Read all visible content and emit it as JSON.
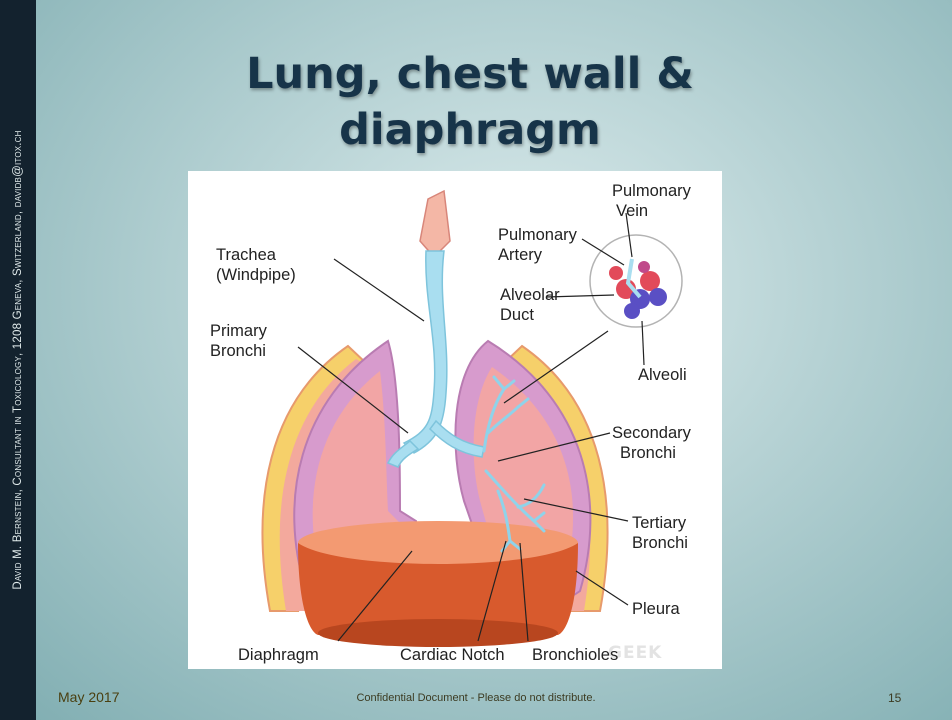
{
  "slide": {
    "sidebar_text": "David M. Bernstein, Consultant in Toxicology, 1208 Geneva, Switzerland, davidb@itox.ch",
    "title_line1": "Lung, chest wall &",
    "title_line2": "diaphragm"
  },
  "figure": {
    "labels": {
      "pulmonary_vein_1": "Pulmonary",
      "pulmonary_vein_2": "Vein",
      "pulmonary_artery_1": "Pulmonary",
      "pulmonary_artery_2": "Artery",
      "trachea_1": "Trachea",
      "trachea_2": "(Windpipe)",
      "alveolar_duct_1": "Alveolar",
      "alveolar_duct_2": "Duct",
      "primary_bronchi_1": "Primary",
      "primary_bronchi_2": "Bronchi",
      "alveoli": "Alveoli",
      "secondary_bronchi_1": "Secondary",
      "secondary_bronchi_2": "Bronchi",
      "tertiary_bronchi_1": "Tertiary",
      "tertiary_bronchi_2": "Bronchi",
      "pleura": "Pleura",
      "diaphragm": "Diaphragm",
      "cardiac_notch": "Cardiac Notch",
      "bronchioles": "Bronchioles"
    },
    "watermark": "GEEK"
  },
  "footer": {
    "date": "May 2017",
    "confidential": "Confidential Document - Please do not distribute.",
    "page_number": "15"
  },
  "colors": {
    "sidebar": "#13222e",
    "title": "#173449",
    "lung_outer": "#d899cf",
    "lung_inner": "#f2a6a8",
    "trachea": "#a6dcee",
    "diaphragm": "#d65a2e"
  }
}
